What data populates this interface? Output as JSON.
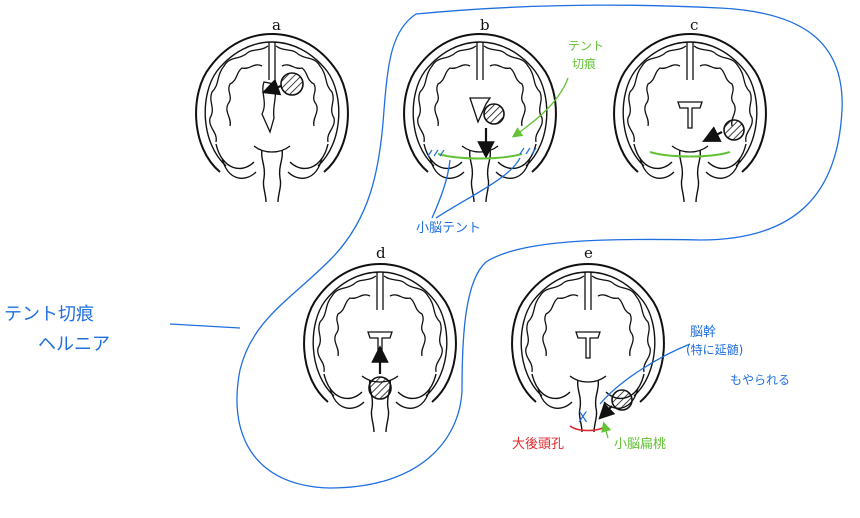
{
  "panels": [
    {
      "label": "a"
    },
    {
      "label": "b"
    },
    {
      "label": "c"
    },
    {
      "label": "d"
    },
    {
      "label": "e"
    }
  ],
  "annotations": {
    "tentorial_herniation": [
      "テント切痕",
      "ヘルニア"
    ],
    "tent_notch": [
      "テント",
      "切痕"
    ],
    "cerebellar_tent": "小脳テント",
    "brainstem": [
      "脳幹",
      "(特に延髄)",
      "もやられる"
    ],
    "foramen_magnum": "大後頭孔",
    "cerebellar_tonsil": "小脳扁桃"
  },
  "colors": {
    "blue": "#1f6fe0",
    "green": "#63c235",
    "red": "#e0262b",
    "ink": "#111111"
  }
}
